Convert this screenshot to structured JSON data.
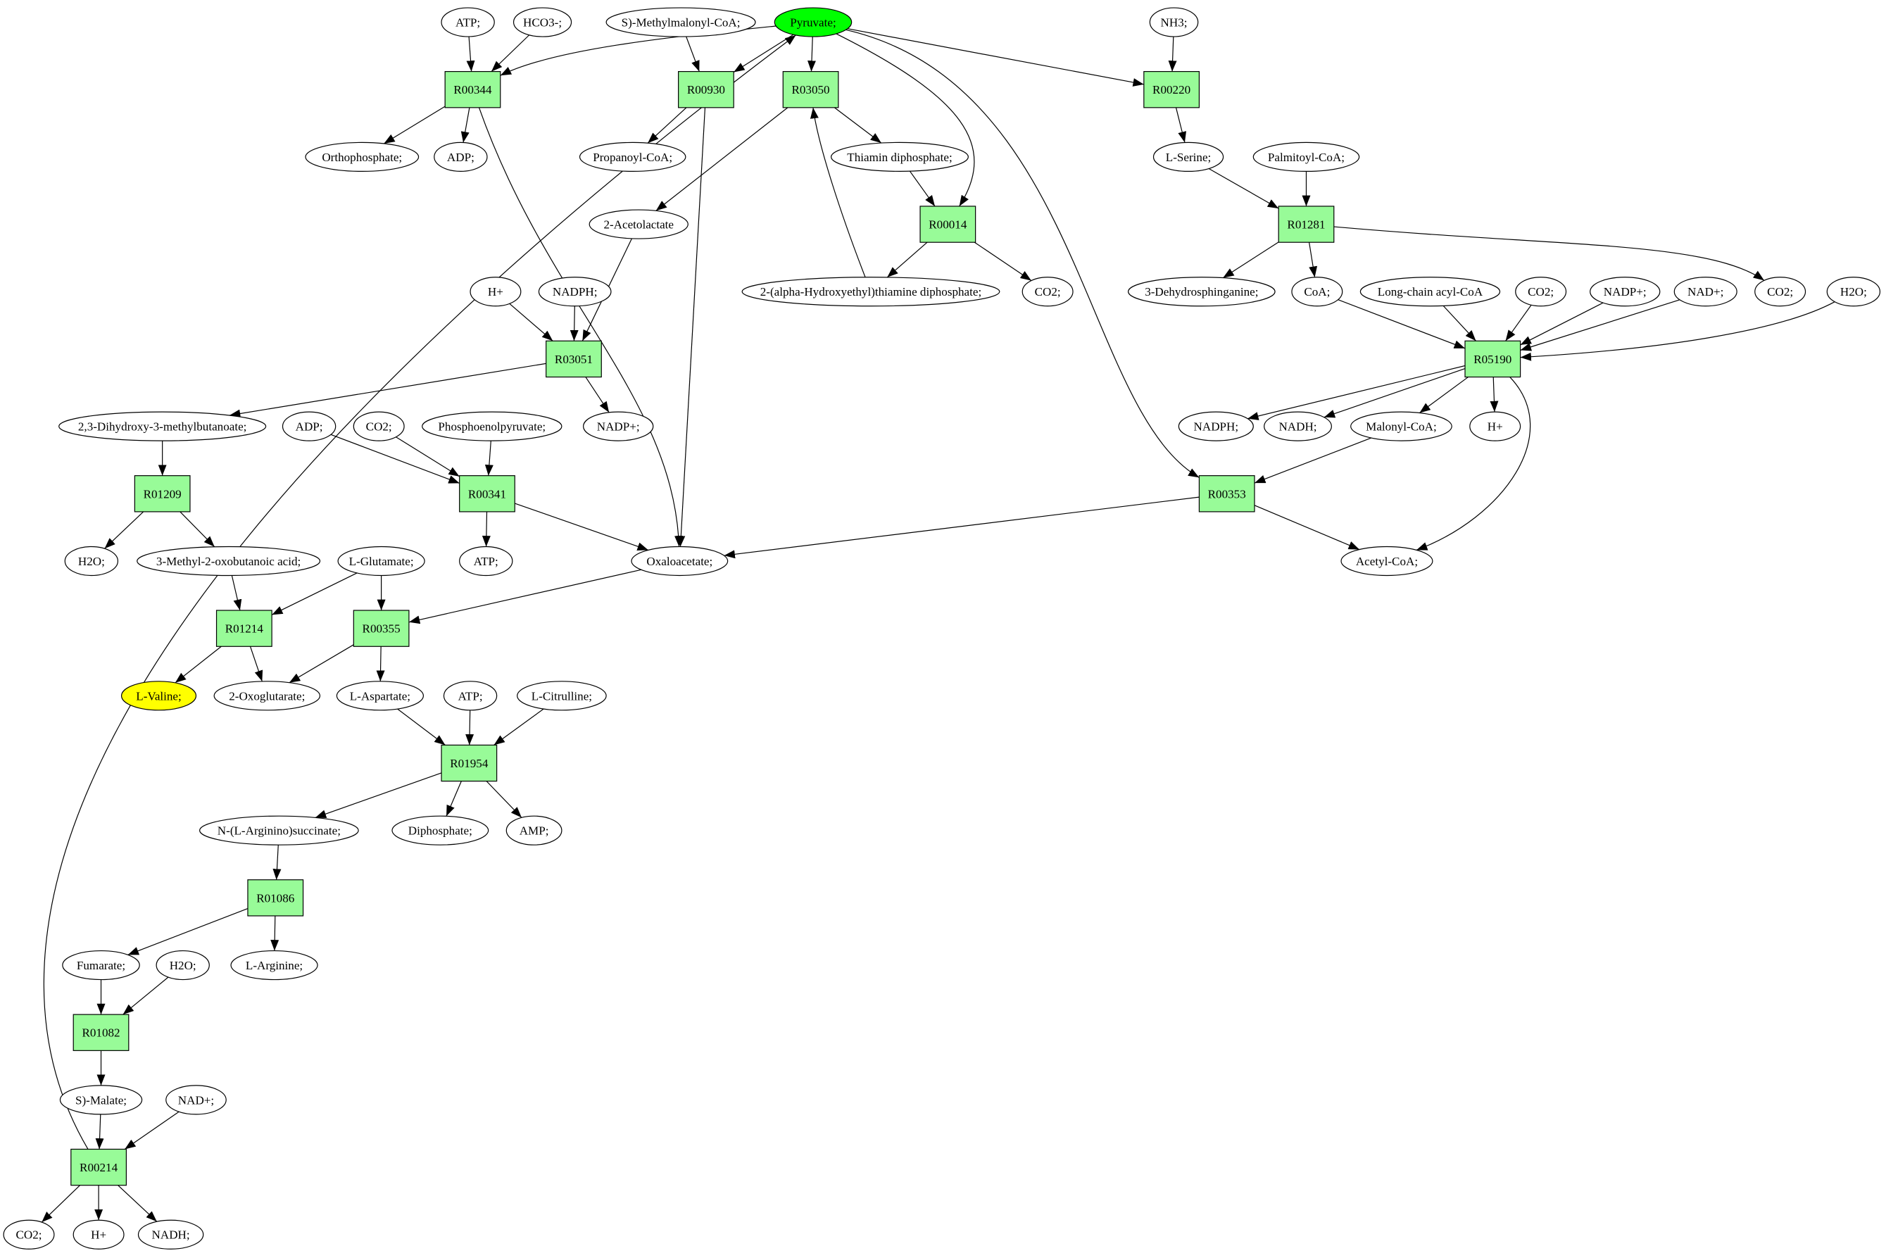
{
  "colors": {
    "reaction_fill": "#98FB98",
    "compound_fill": "#FFFFFF",
    "source_fill": "#00FF00",
    "target_fill": "#FFFF00",
    "stroke": "#000000"
  },
  "nodes": [
    {
      "id": "atp1",
      "label": "ATP;",
      "type": "compound"
    },
    {
      "id": "hco3",
      "label": "HCO3-;",
      "type": "compound"
    },
    {
      "id": "smm",
      "label": "S)-Methylmalonyl-CoA;",
      "type": "compound"
    },
    {
      "id": "pyr",
      "label": "Pyruvate;",
      "type": "compound",
      "highlight": "source"
    },
    {
      "id": "nh3",
      "label": "NH3;",
      "type": "compound"
    },
    {
      "id": "R00344",
      "label": "R00344",
      "type": "reaction"
    },
    {
      "id": "R00930",
      "label": "R00930",
      "type": "reaction"
    },
    {
      "id": "R03050",
      "label": "R03050",
      "type": "reaction"
    },
    {
      "id": "R00220",
      "label": "R00220",
      "type": "reaction"
    },
    {
      "id": "ortho",
      "label": "Orthophosphate;",
      "type": "compound"
    },
    {
      "id": "adp1",
      "label": "ADP;",
      "type": "compound"
    },
    {
      "id": "propcoa",
      "label": "Propanoyl-CoA;",
      "type": "compound"
    },
    {
      "id": "thdp",
      "label": "Thiamin diphosphate;",
      "type": "compound"
    },
    {
      "id": "ser",
      "label": "L-Serine;",
      "type": "compound"
    },
    {
      "id": "palm",
      "label": "Palmitoyl-CoA;",
      "type": "compound"
    },
    {
      "id": "acetol",
      "label": "2-Acetolactate",
      "type": "compound"
    },
    {
      "id": "R00014",
      "label": "R00014",
      "type": "reaction"
    },
    {
      "id": "R01281",
      "label": "R01281",
      "type": "reaction"
    },
    {
      "id": "ahe",
      "label": "2-(alpha-Hydroxyethyl)thiamine diphosphate;",
      "type": "compound"
    },
    {
      "id": "co2a",
      "label": "CO2;",
      "type": "compound"
    },
    {
      "id": "dhs",
      "label": "3-Dehydrosphinganine;",
      "type": "compound"
    },
    {
      "id": "coa",
      "label": "CoA;",
      "type": "compound"
    },
    {
      "id": "lcacoa",
      "label": "Long-chain acyl-CoA",
      "type": "compound"
    },
    {
      "id": "co2b",
      "label": "CO2;",
      "type": "compound"
    },
    {
      "id": "nadp1",
      "label": "NADP+;",
      "type": "compound"
    },
    {
      "id": "nad1",
      "label": "NAD+;",
      "type": "compound"
    },
    {
      "id": "co2c",
      "label": "CO2;",
      "type": "compound"
    },
    {
      "id": "h2o1",
      "label": "H2O;",
      "type": "compound"
    },
    {
      "id": "h1",
      "label": "H+",
      "type": "compound"
    },
    {
      "id": "nadph1",
      "label": "NADPH;",
      "type": "compound"
    },
    {
      "id": "R03051",
      "label": "R03051",
      "type": "reaction"
    },
    {
      "id": "R05190",
      "label": "R05190",
      "type": "reaction"
    },
    {
      "id": "dhmb",
      "label": "2,3-Dihydroxy-3-methylbutanoate;",
      "type": "compound"
    },
    {
      "id": "adp2",
      "label": "ADP;",
      "type": "compound"
    },
    {
      "id": "co2d",
      "label": "CO2;",
      "type": "compound"
    },
    {
      "id": "pep",
      "label": "Phosphoenolpyruvate;",
      "type": "compound"
    },
    {
      "id": "nadp2",
      "label": "NADP+;",
      "type": "compound"
    },
    {
      "id": "nadph2",
      "label": "NADPH;",
      "type": "compound"
    },
    {
      "id": "nadh1",
      "label": "NADH;",
      "type": "compound"
    },
    {
      "id": "malcoa",
      "label": "Malonyl-CoA;",
      "type": "compound"
    },
    {
      "id": "h2",
      "label": "H+",
      "type": "compound"
    },
    {
      "id": "R01209",
      "label": "R01209",
      "type": "reaction"
    },
    {
      "id": "R00341",
      "label": "R00341",
      "type": "reaction"
    },
    {
      "id": "R00353",
      "label": "R00353",
      "type": "reaction"
    },
    {
      "id": "h2o2",
      "label": "H2O;",
      "type": "compound"
    },
    {
      "id": "m2o",
      "label": "3-Methyl-2-oxobutanoic acid;",
      "type": "compound"
    },
    {
      "id": "glu",
      "label": "L-Glutamate;",
      "type": "compound"
    },
    {
      "id": "atp2",
      "label": "ATP;",
      "type": "compound"
    },
    {
      "id": "oxa",
      "label": "Oxaloacetate;",
      "type": "compound"
    },
    {
      "id": "acoa",
      "label": "Acetyl-CoA;",
      "type": "compound"
    },
    {
      "id": "R01214",
      "label": "R01214",
      "type": "reaction"
    },
    {
      "id": "R00355",
      "label": "R00355",
      "type": "reaction"
    },
    {
      "id": "val",
      "label": "L-Valine;",
      "type": "compound",
      "highlight": "target"
    },
    {
      "id": "og",
      "label": "2-Oxoglutarate;",
      "type": "compound"
    },
    {
      "id": "asp",
      "label": "L-Aspartate;",
      "type": "compound"
    },
    {
      "id": "atp3",
      "label": "ATP;",
      "type": "compound"
    },
    {
      "id": "cit",
      "label": "L-Citrulline;",
      "type": "compound"
    },
    {
      "id": "R01954",
      "label": "R01954",
      "type": "reaction"
    },
    {
      "id": "nas",
      "label": "N-(L-Arginino)succinate;",
      "type": "compound"
    },
    {
      "id": "diph",
      "label": "Diphosphate;",
      "type": "compound"
    },
    {
      "id": "amp",
      "label": "AMP;",
      "type": "compound"
    },
    {
      "id": "R01086",
      "label": "R01086",
      "type": "reaction"
    },
    {
      "id": "fum",
      "label": "Fumarate;",
      "type": "compound"
    },
    {
      "id": "h2o3",
      "label": "H2O;",
      "type": "compound"
    },
    {
      "id": "arg",
      "label": "L-Arginine;",
      "type": "compound"
    },
    {
      "id": "R01082",
      "label": "R01082",
      "type": "reaction"
    },
    {
      "id": "mal",
      "label": "S)-Malate;",
      "type": "compound"
    },
    {
      "id": "nad2",
      "label": "NAD+;",
      "type": "compound"
    },
    {
      "id": "R00214",
      "label": "R00214",
      "type": "reaction"
    },
    {
      "id": "co2e",
      "label": "CO2;",
      "type": "compound"
    },
    {
      "id": "h3",
      "label": "H+",
      "type": "compound"
    },
    {
      "id": "nadh2",
      "label": "NADH;",
      "type": "compound"
    }
  ],
  "edges": [
    [
      "atp1",
      "R00344"
    ],
    [
      "hco3",
      "R00344"
    ],
    [
      "pyr",
      "R00344"
    ],
    [
      "R00344",
      "ortho"
    ],
    [
      "R00344",
      "adp1"
    ],
    [
      "R00344",
      "oxa"
    ],
    [
      "smm",
      "R00930"
    ],
    [
      "pyr",
      "R00930"
    ],
    [
      "R00930",
      "propcoa"
    ],
    [
      "R00930",
      "oxa"
    ],
    [
      "pyr",
      "R03050"
    ],
    [
      "R03050",
      "thdp"
    ],
    [
      "R03050",
      "acetol"
    ],
    [
      "pyr",
      "R00014"
    ],
    [
      "thdp",
      "R00014"
    ],
    [
      "R00014",
      "ahe"
    ],
    [
      "R00014",
      "co2a"
    ],
    [
      "ahe",
      "R03050"
    ],
    [
      "pyr",
      "R00220"
    ],
    [
      "nh3",
      "R00220"
    ],
    [
      "R00220",
      "ser"
    ],
    [
      "ser",
      "R01281"
    ],
    [
      "palm",
      "R01281"
    ],
    [
      "R01281",
      "dhs"
    ],
    [
      "R01281",
      "coa"
    ],
    [
      "R01281",
      "co2c"
    ],
    [
      "pyr",
      "R00353"
    ],
    [
      "coa",
      "R05190"
    ],
    [
      "lcacoa",
      "R05190"
    ],
    [
      "co2b",
      "R05190"
    ],
    [
      "nadp1",
      "R05190"
    ],
    [
      "nad1",
      "R05190"
    ],
    [
      "h2o1",
      "R05190"
    ],
    [
      "R05190",
      "nadph2"
    ],
    [
      "R05190",
      "nadh1"
    ],
    [
      "R05190",
      "malcoa"
    ],
    [
      "R05190",
      "h2"
    ],
    [
      "R05190",
      "acoa"
    ],
    [
      "malcoa",
      "R00353"
    ],
    [
      "R00353",
      "oxa"
    ],
    [
      "R00353",
      "acoa"
    ],
    [
      "h1",
      "R03051"
    ],
    [
      "nadph1",
      "R03051"
    ],
    [
      "acetol",
      "R03051"
    ],
    [
      "R03051",
      "dhmb"
    ],
    [
      "R03051",
      "nadp2"
    ],
    [
      "dhmb",
      "R01209"
    ],
    [
      "R01209",
      "h2o2"
    ],
    [
      "R01209",
      "m2o"
    ],
    [
      "adp2",
      "R00341"
    ],
    [
      "co2d",
      "R00341"
    ],
    [
      "pep",
      "R00341"
    ],
    [
      "R00341",
      "atp2"
    ],
    [
      "R00341",
      "oxa"
    ],
    [
      "m2o",
      "R01214"
    ],
    [
      "glu",
      "R01214"
    ],
    [
      "R01214",
      "val"
    ],
    [
      "R01214",
      "og"
    ],
    [
      "glu",
      "R00355"
    ],
    [
      "oxa",
      "R00355"
    ],
    [
      "R00355",
      "og"
    ],
    [
      "R00355",
      "asp"
    ],
    [
      "asp",
      "R01954"
    ],
    [
      "atp3",
      "R01954"
    ],
    [
      "cit",
      "R01954"
    ],
    [
      "R01954",
      "nas"
    ],
    [
      "R01954",
      "diph"
    ],
    [
      "R01954",
      "amp"
    ],
    [
      "nas",
      "R01086"
    ],
    [
      "R01086",
      "fum"
    ],
    [
      "R01086",
      "arg"
    ],
    [
      "fum",
      "R01082"
    ],
    [
      "h2o3",
      "R01082"
    ],
    [
      "R01082",
      "mal"
    ],
    [
      "mal",
      "R00214"
    ],
    [
      "nad2",
      "R00214"
    ],
    [
      "R00214",
      "co2e"
    ],
    [
      "R00214",
      "h3"
    ],
    [
      "R00214",
      "nadh2"
    ],
    [
      "R00214",
      "pyr"
    ]
  ]
}
